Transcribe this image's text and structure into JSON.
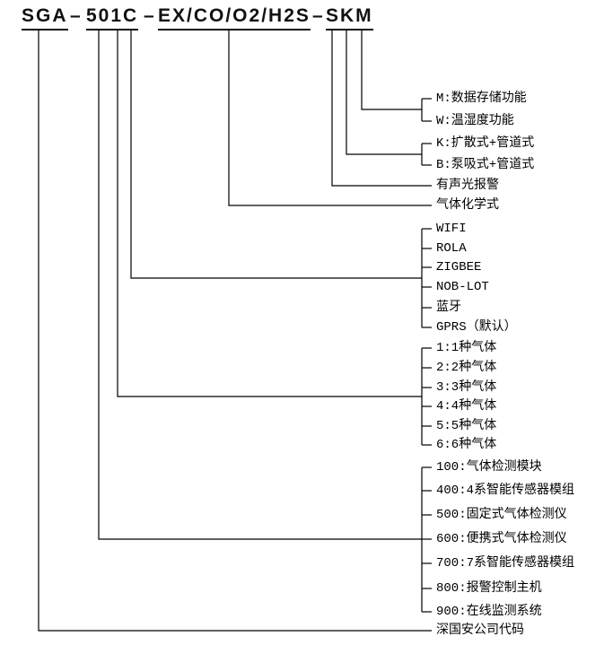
{
  "title": {
    "segments": [
      "SGA",
      "501C",
      "EX/CO/O2/H2S",
      "SKM"
    ],
    "separator": "–"
  },
  "groups": [
    {
      "name": "storage-function",
      "items": [
        "M:数据存储功能",
        "W:温湿度功能"
      ]
    },
    {
      "name": "sampling-type",
      "items": [
        "K:扩散式+管道式",
        "B:泵吸式+管道式"
      ]
    },
    {
      "name": "alarm",
      "items": [
        "有声光报警"
      ]
    },
    {
      "name": "gas-formula",
      "items": [
        "气体化学式"
      ]
    },
    {
      "name": "communication",
      "items": [
        "WIFI",
        "ROLA",
        "ZIGBEE",
        "NOB-LOT",
        "蓝牙",
        "GPRS（默认）"
      ]
    },
    {
      "name": "gas-count",
      "items": [
        "1:1种气体",
        "2:2种气体",
        "3:3种气体",
        "4:4种气体",
        "5:5种气体",
        "6:6种气体"
      ]
    },
    {
      "name": "product-series",
      "items": [
        "100:气体检测模块",
        "400:4系智能传感器模组",
        "500:固定式气体检测仪",
        "600:便携式气体检测仪",
        "700:7系智能传感器模组",
        "800:报警控制主机",
        "900:在线监测系统"
      ]
    },
    {
      "name": "company-code",
      "items": [
        "深国安公司代码"
      ]
    }
  ],
  "colors": {
    "background": "#ffffff",
    "line": "#000000",
    "text": "#000000"
  }
}
